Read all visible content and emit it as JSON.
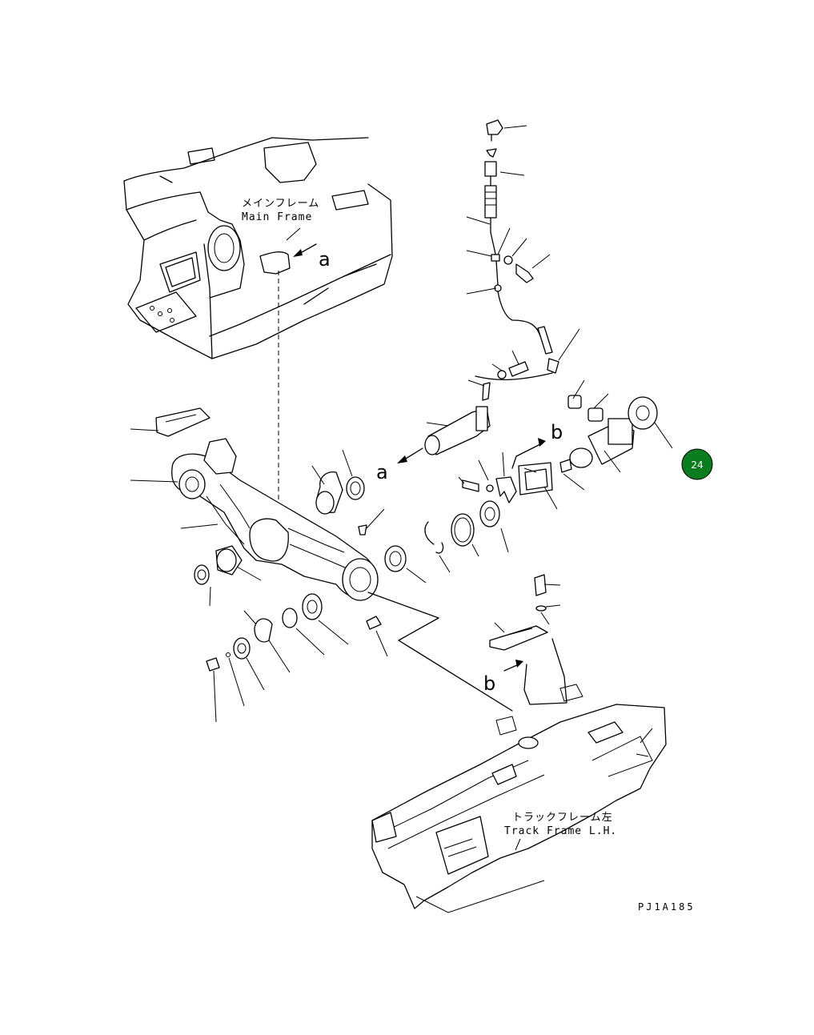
{
  "labels": {
    "main_frame_jp": "メインフレーム",
    "main_frame_en": "Main Frame",
    "track_frame_jp": "トラックフレーム左",
    "track_frame_en": "Track Frame L.H.",
    "ref_a_1": "a",
    "ref_a_2": "a",
    "ref_b_1": "b",
    "ref_b_2": "b",
    "drawing_code": "PJ1A185"
  },
  "badge": {
    "number": "24",
    "color": "#0a7d1f"
  }
}
